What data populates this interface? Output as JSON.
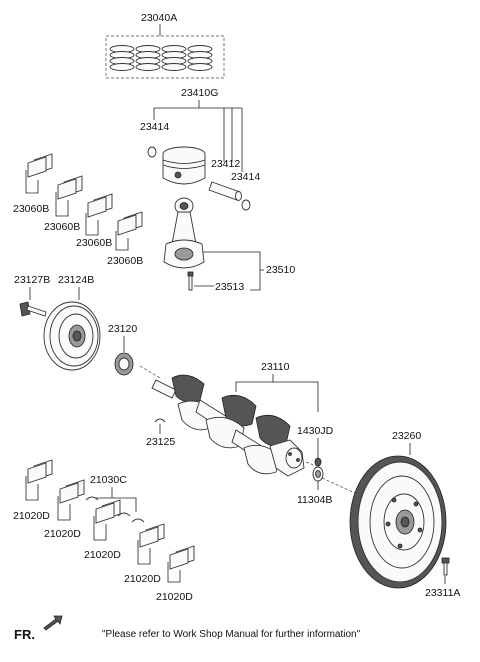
{
  "diagram": {
    "labels": {
      "piston_ring_set": "23040A",
      "piston_pin_assy": "23410G",
      "snap_ring_top": "23414",
      "piston_pin": "23412",
      "snap_ring_right": "23414",
      "bearing_upper_1": "23060B",
      "bearing_upper_2": "23060B",
      "bearing_upper_3": "23060B",
      "bearing_upper_4": "23060B",
      "connecting_rod": "23510",
      "rod_bolt": "23513",
      "pulley_bolt": "23127B",
      "pulley": "23124B",
      "sprocket": "23120",
      "crankshaft": "23110",
      "key": "23125",
      "plug": "1430JD",
      "bushing": "11304B",
      "flywheel": "23260",
      "flywheel_bolt": "23311A",
      "thrust_washer": "21030C",
      "bearing_lower_1": "21020D",
      "bearing_lower_2": "21020D",
      "bearing_lower_3": "21020D",
      "bearing_lower_4": "21020D",
      "bearing_lower_5": "21020D"
    },
    "fr_label": "FR.",
    "footer_note": "\"Please refer to Work Shop Manual for further information\""
  }
}
